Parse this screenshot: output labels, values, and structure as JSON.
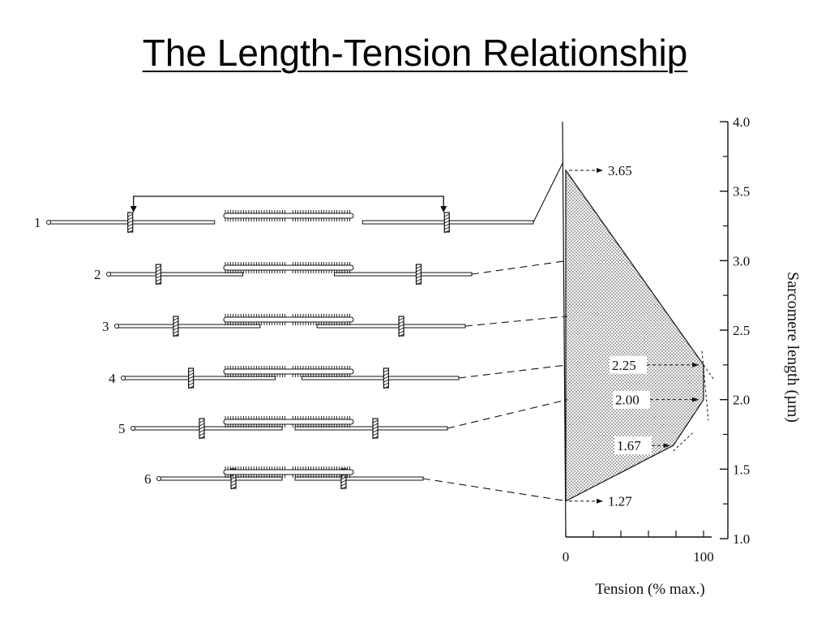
{
  "title": "The Length-Tension Relationship",
  "colors": {
    "ink": "#111111",
    "shade": "#8a8a8a",
    "background": "#ffffff"
  },
  "sarcomeres": [
    {
      "label": "1",
      "length_um": 3.65
    },
    {
      "label": "2",
      "length_um": 3.0
    },
    {
      "label": "3",
      "length_um": 2.6
    },
    {
      "label": "4",
      "length_um": 2.25
    },
    {
      "label": "5",
      "length_um": 2.0
    },
    {
      "label": "6",
      "length_um": 1.27
    }
  ],
  "chart_data": {
    "type": "area",
    "xlabel": "Tension (% max.)",
    "ylabel": "Sarcomere length (µm)",
    "xlim": [
      0,
      100
    ],
    "ylim": [
      1.0,
      4.0
    ],
    "x_ticks": [
      "0",
      "100"
    ],
    "y_ticks": [
      "1.0",
      "1.5",
      "2.0",
      "2.5",
      "3.0",
      "3.5",
      "4.0"
    ],
    "series": [
      {
        "points": [
          {
            "tension": 0,
            "length": 3.65
          },
          {
            "tension": 100,
            "length": 2.25
          },
          {
            "tension": 100,
            "length": 2.0
          },
          {
            "tension": 78,
            "length": 1.67
          },
          {
            "tension": 0,
            "length": 1.27
          }
        ]
      }
    ],
    "annotations": [
      "3.65",
      "2.25",
      "2.00",
      "1.67",
      "1.27"
    ]
  }
}
